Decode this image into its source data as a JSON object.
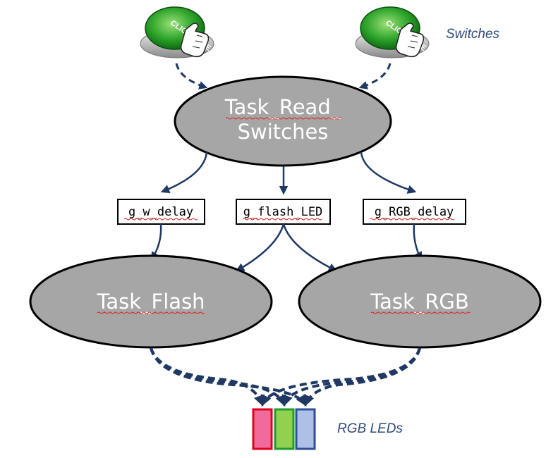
{
  "labels": {
    "switches": "Switches",
    "rgb_leds": "RGB LEDs"
  },
  "buttons": [
    {
      "text": "CLICK HERE"
    },
    {
      "text": "CLICK HERE"
    }
  ],
  "nodes": {
    "read_switches": {
      "line1": "Task_Read_",
      "line2": "Switches"
    },
    "flash": {
      "text": "Task_Flash"
    },
    "rgb": {
      "text": "Task_RGB"
    }
  },
  "variables": {
    "w_delay": "g_w_delay",
    "flash_led": "g_flash_LED",
    "rgb_delay": "g_RGB_delay"
  },
  "leds": [
    {
      "color": "red",
      "fill": "#f06b9b",
      "border": "#e0001b"
    },
    {
      "color": "green",
      "fill": "#92d050",
      "border": "#1e9c2c"
    },
    {
      "color": "blue",
      "fill": "#aebfe8",
      "border": "#2f4f9a"
    }
  ],
  "colors": {
    "ellipse_fill": "#a6a6a6",
    "ellipse_stroke": "#000000",
    "arrow": "#1f3864",
    "label_text": "#2e4a7d"
  }
}
